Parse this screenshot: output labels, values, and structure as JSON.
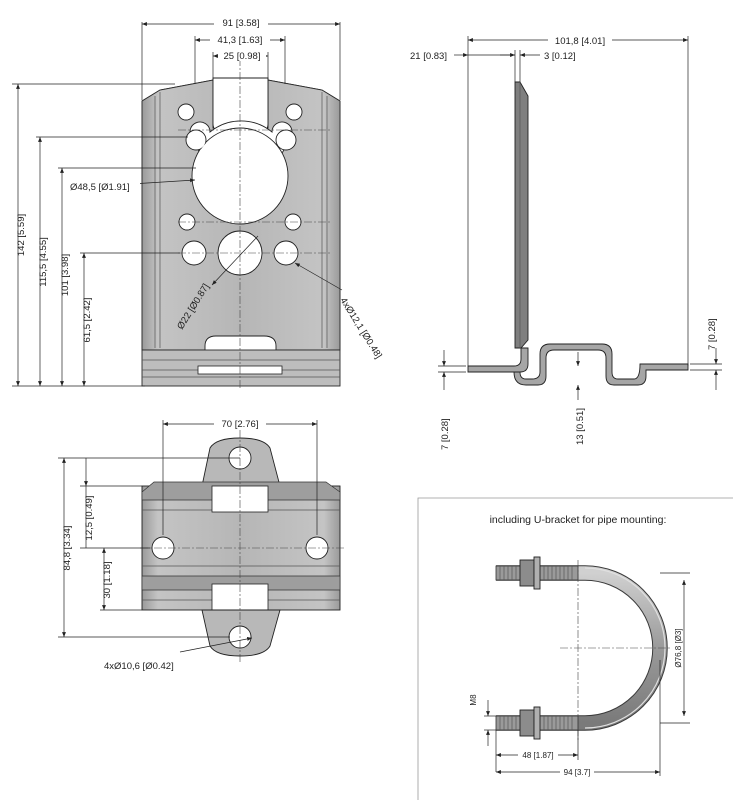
{
  "front_view": {
    "dim_width": "91 [3.58]",
    "dim_slot_outer": "41,3 [1.63]",
    "dim_slot_inner": "25 [0.98]",
    "dim_height_total": "142 [5.59]",
    "dim_height_2": "115,5 [4.55]",
    "dim_height_3": "101 [3.98]",
    "dim_height_4": "61,5 [2.42]",
    "dim_large_hole": "Ø48,5 [Ø1.91]",
    "dim_center_hole": "Ø22 [Ø0.87]",
    "dim_small_holes": "4xØ12,1 [Ø0.48]"
  },
  "side_view": {
    "dim_depth": "101,8 [4.01]",
    "dim_offset": "21 [0.83]",
    "dim_thickness": "3 [0.12]",
    "dim_flange_right": "7 [0.28]",
    "dim_flange_left": "7 [0.28]",
    "dim_channel": "13 [0.51]"
  },
  "bottom_view": {
    "dim_hole_spacing": "70 [2.76]",
    "dim_height": "84,8 [3.34]",
    "dim_offset": "12,5 [0.49]",
    "dim_channel": "30 [1.18]",
    "dim_holes": "4xØ10,6 [Ø0.42]"
  },
  "ubracket": {
    "caption": "including U-bracket for pipe mounting:",
    "dim_thread": "M8",
    "dim_leg": "48 [1.87]",
    "dim_total": "94 [3.7]",
    "dim_pipe": "Ø76,8 [Ø3]"
  },
  "colors": {
    "plate_fill": "#b3b3b3",
    "plate_dark": "#8e8e8e",
    "rod_fill": "#a8a8a8",
    "line": "#222222"
  }
}
